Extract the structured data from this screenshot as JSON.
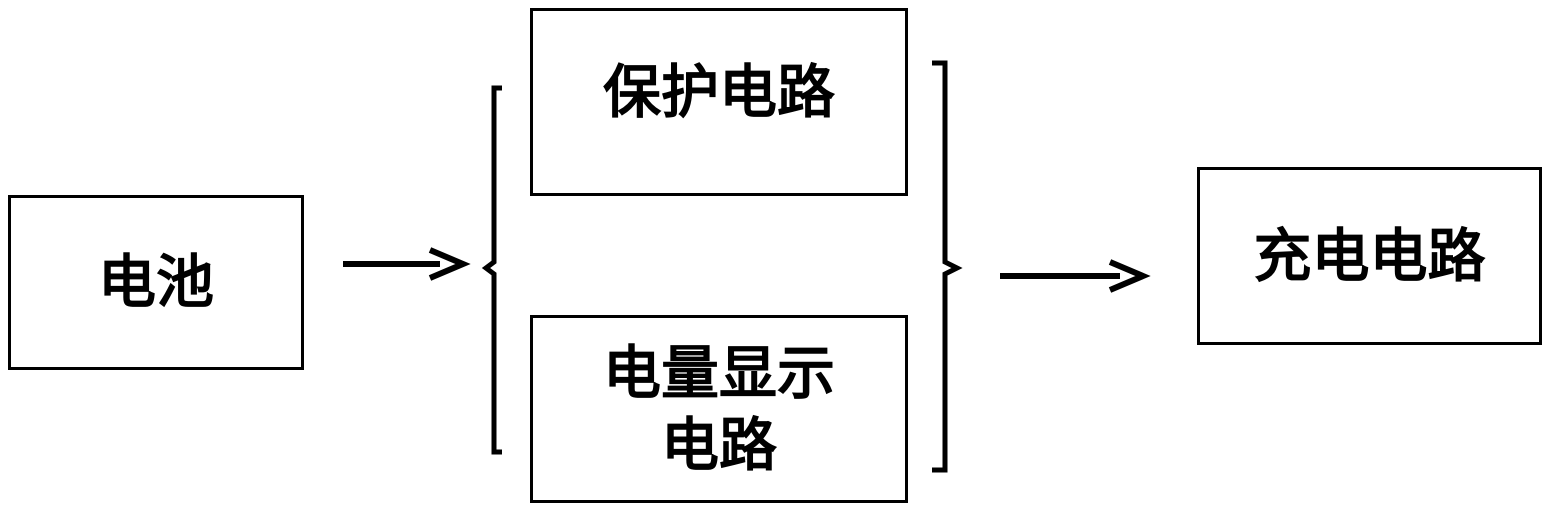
{
  "nodes": {
    "battery": "电池",
    "protection_circuit": "保护电路",
    "charge_display_line1": "电量显示",
    "charge_display_line2": "电路",
    "charging_circuit": "充电电路"
  }
}
